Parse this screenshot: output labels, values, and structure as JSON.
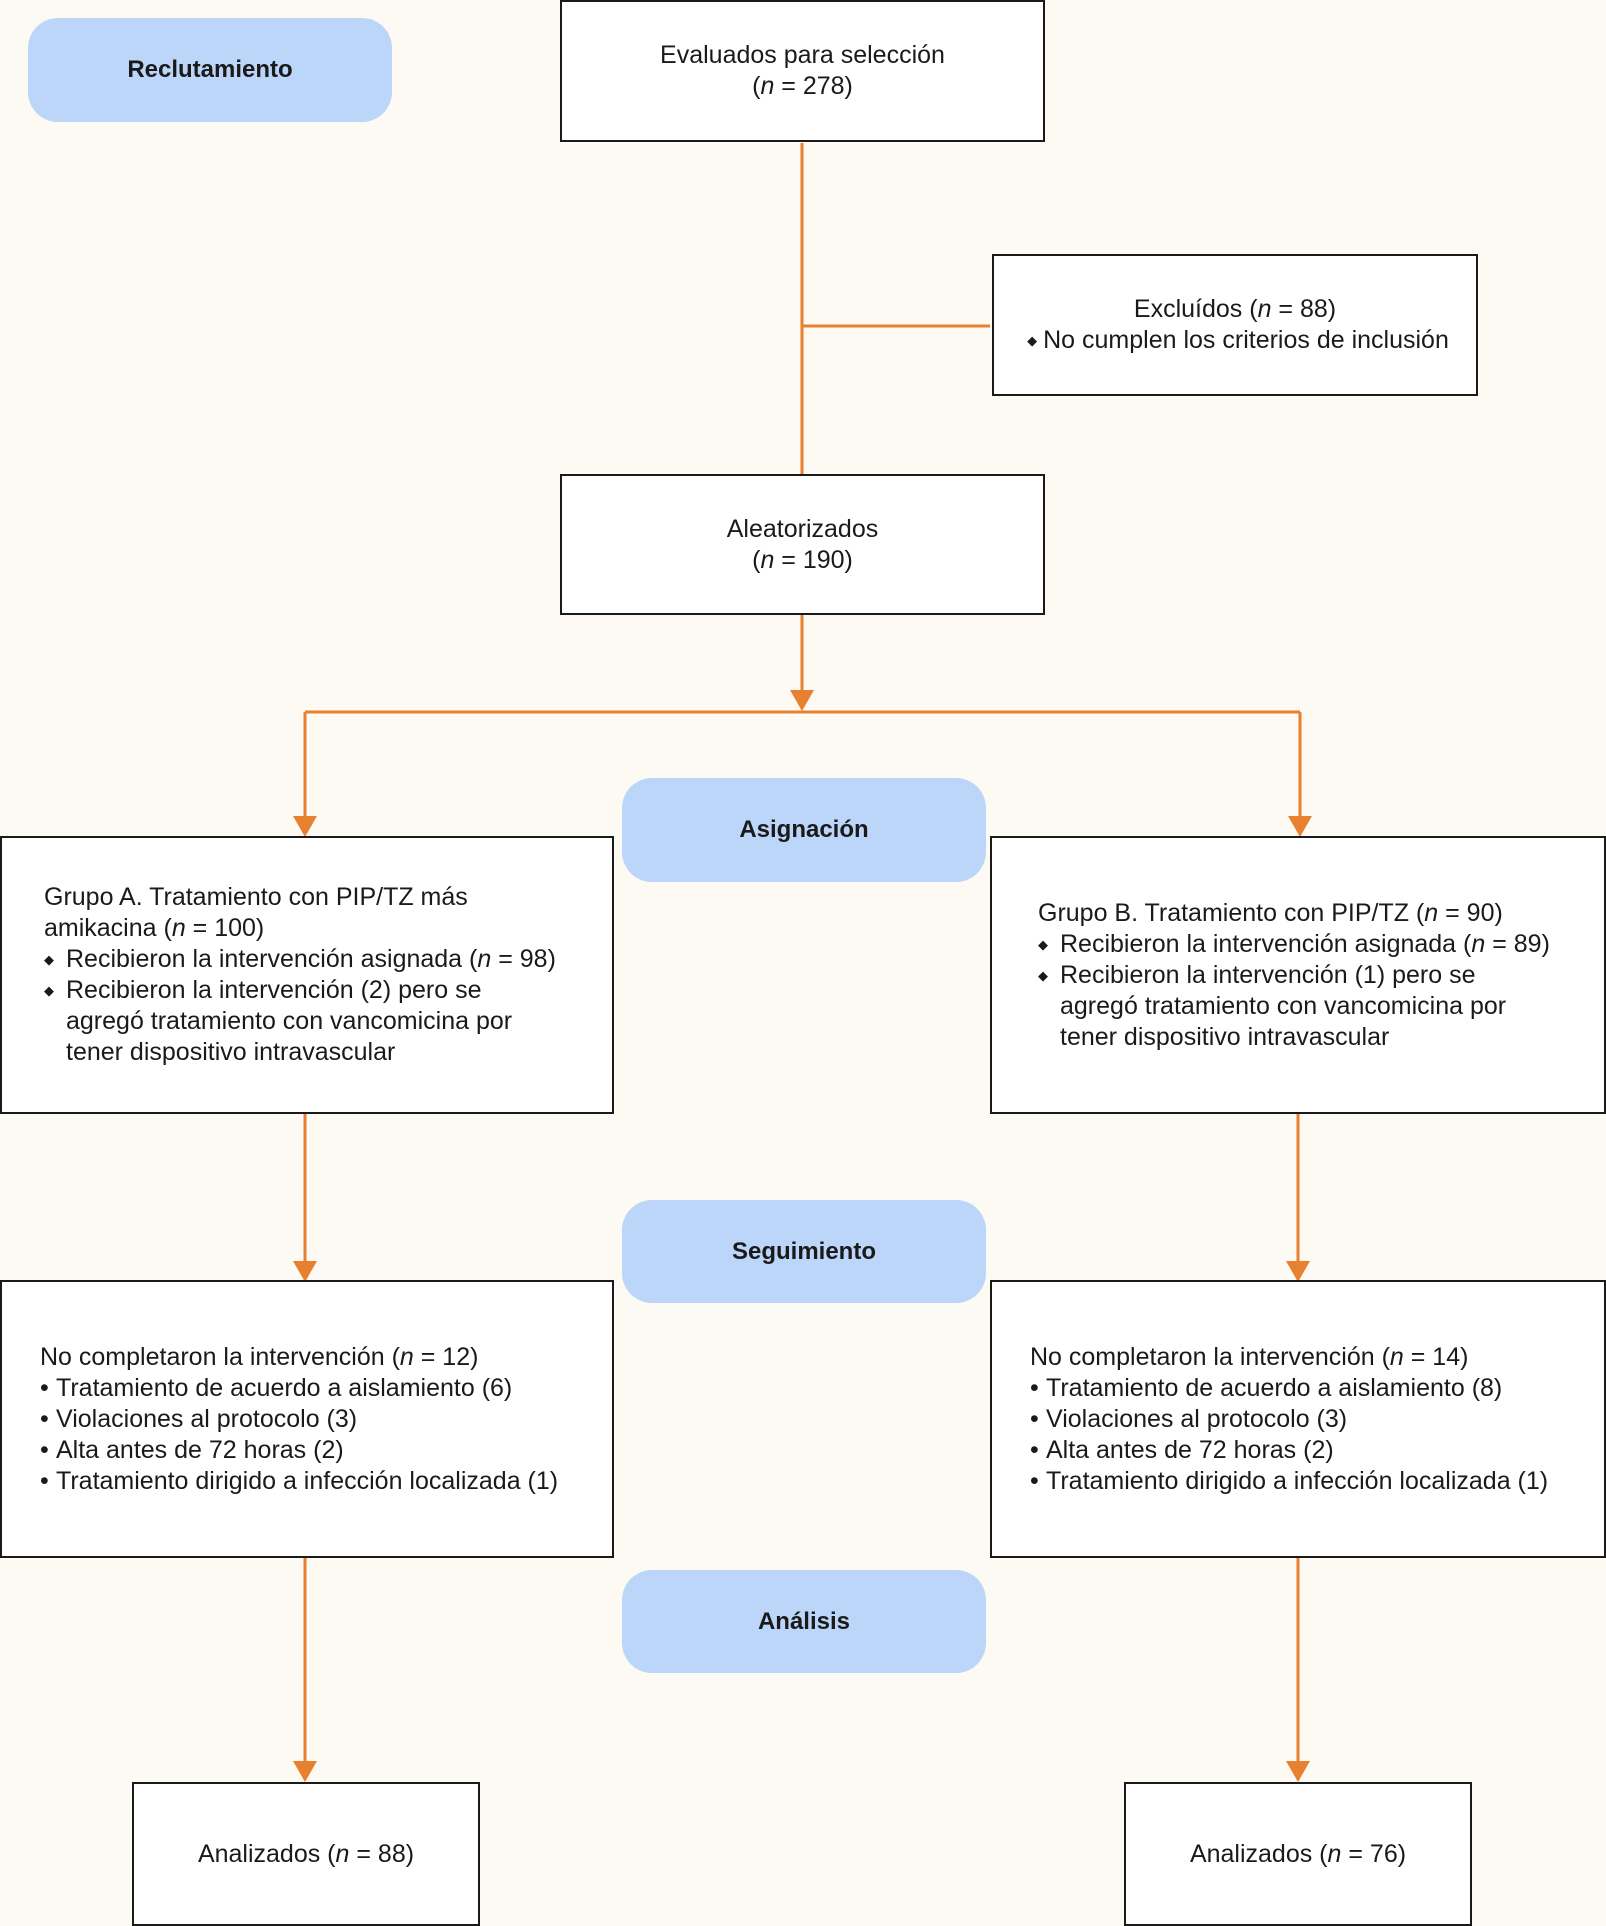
{
  "labels": {
    "recruitment": "Reclutamiento",
    "allocation": "Asignación",
    "followup": "Seguimiento",
    "analysis": "Análisis"
  },
  "screened": {
    "title": "Evaluados para selección",
    "n_prefix": "(",
    "n_var": "n",
    "n_value": " = 278)"
  },
  "excluded": {
    "title": "Excluídos (",
    "n_var": "n",
    "n_value": " = 88)",
    "reason": "No cumplen los criterios de inclusión"
  },
  "randomized": {
    "title": "Aleatorizados",
    "n_prefix": "(",
    "n_var": "n",
    "n_value": " = 190)"
  },
  "group_a": {
    "title_line1": "Grupo A. Tratamiento con PIP/TZ más",
    "title_line2_pre": "amikacina (",
    "n_var": "n",
    "title_line2_post": " = 100)",
    "item1_pre": "Recibieron la intervención asignada (",
    "item1_var": "n",
    "item1_post": " = 98)",
    "item2_line1": "Recibieron la intervención (2) pero se",
    "item2_line2": "agregó tratamiento con vancomicina por",
    "item2_line3": "tener dispositivo intravascular"
  },
  "group_b": {
    "title_pre": "Grupo B. Tratamiento con PIP/TZ (",
    "n_var": "n",
    "title_post": " = 90)",
    "item1_pre": "Recibieron la intervención asignada (",
    "item1_var": "n",
    "item1_post": " = 89)",
    "item2_line1": "Recibieron la intervención (1) pero se",
    "item2_line2": "agregó tratamiento con vancomicina por",
    "item2_line3": "tener dispositivo intravascular"
  },
  "followup_a": {
    "title_pre": "No completaron la intervención (",
    "n_var": "n",
    "title_post": " = 12)",
    "items": [
      "Tratamiento de acuerdo a aislamiento (6)",
      "Violaciones al protocolo (3)",
      "Alta antes de 72 horas (2)",
      "Tratamiento dirigido a infección localizada (1)"
    ]
  },
  "followup_b": {
    "title_pre": "No completaron la intervención (",
    "n_var": "n",
    "title_post": " = 14)",
    "items": [
      "Tratamiento de acuerdo a aislamiento (8)",
      "Violaciones al protocolo (3)",
      "Alta antes de 72 horas (2)",
      "Tratamiento dirigido a infección localizada (1)"
    ]
  },
  "analyzed_a": {
    "pre": "Analizados (",
    "n_var": "n",
    "post": " = 88)"
  },
  "analyzed_b": {
    "pre": "Analizados (",
    "n_var": "n",
    "post": " = 76)"
  },
  "colors": {
    "arrow": "#e8812f",
    "pill": "#bcd6fa",
    "background": "#fcfaf3"
  }
}
